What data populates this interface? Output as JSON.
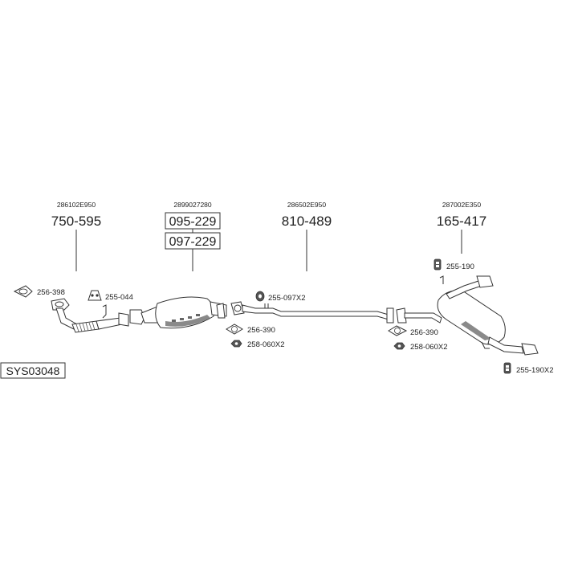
{
  "system_code": "SYS03048",
  "groups": [
    {
      "oem": "286102E950",
      "parts": [
        "750-595"
      ]
    },
    {
      "oem": "2899027280",
      "parts": [
        "095-229",
        "097-229"
      ]
    },
    {
      "oem": "286502E950",
      "parts": [
        "810-489"
      ]
    },
    {
      "oem": "287002E350",
      "parts": [
        "165-417"
      ]
    }
  ],
  "accessories": [
    {
      "code": "256-398",
      "icon": "gasket-icon"
    },
    {
      "code": "255-044",
      "icon": "rubber-hanger-icon"
    },
    {
      "code": "255-097X2",
      "icon": "rubber-ring-icon"
    },
    {
      "code": "256-390",
      "icon": "gasket-icon"
    },
    {
      "code": "258-060X2",
      "icon": "nut-icon"
    },
    {
      "code": "256-390",
      "icon": "gasket-icon"
    },
    {
      "code": "258-060X2",
      "icon": "nut-icon"
    },
    {
      "code": "255-190",
      "icon": "rubber-hanger-icon"
    },
    {
      "code": "255-190X2",
      "icon": "rubber-hanger-icon"
    }
  ]
}
